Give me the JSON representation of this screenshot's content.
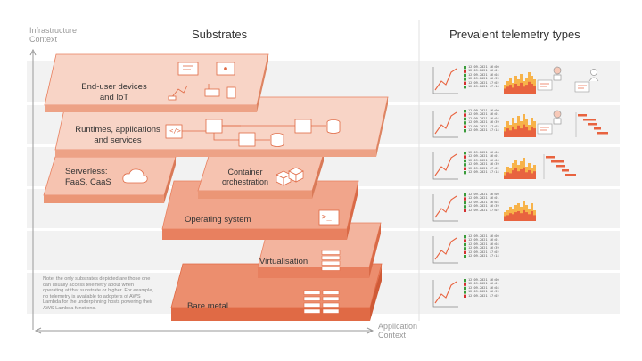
{
  "headers": {
    "substrates": "Substrates",
    "telemetry": "Prevalent telemetry types"
  },
  "axes": {
    "infrastructure_context": [
      "Infrastructure",
      "Context"
    ],
    "application_context": [
      "Application",
      "Context"
    ]
  },
  "layers": {
    "end_user": [
      "End-user devices",
      "and IoT"
    ],
    "runtimes": [
      "Runtimes, applications",
      "and services"
    ],
    "serverless": [
      "Serverless:",
      "FaaS, CaaS"
    ],
    "container": [
      "Container",
      "orchestration"
    ],
    "os": "Operating system",
    "virtualisation": "Virtualisation",
    "bare_metal": "Bare metal"
  },
  "note": [
    "Note: the only substrates depicted are those one",
    "can usually access telemetry about when",
    "operating at that substrate or higher. For example,",
    "no telemetry is available to adopters of AWS",
    "Lambda for the underpinning hosts powering their",
    "AWS Lambda functions."
  ],
  "log_lines": [
    "12.09.2021 16:00",
    "12.09.2021 16:01",
    "12.09.2021 16:04",
    "12.09.2021 16:39",
    "12.09.2021 17:02",
    "12.09.2021 17:14"
  ],
  "terminal_prompt": ">_",
  "code_icon": "</>",
  "colors": {
    "accent": "#e8633f",
    "layer_light": "#f8d4c6",
    "layer_mid": "#f1a58b",
    "layer_dark": "#e8805f",
    "stripe": "#f2f2f2",
    "log_ok": "#3a9b3a",
    "log_err": "#d42f2f"
  }
}
